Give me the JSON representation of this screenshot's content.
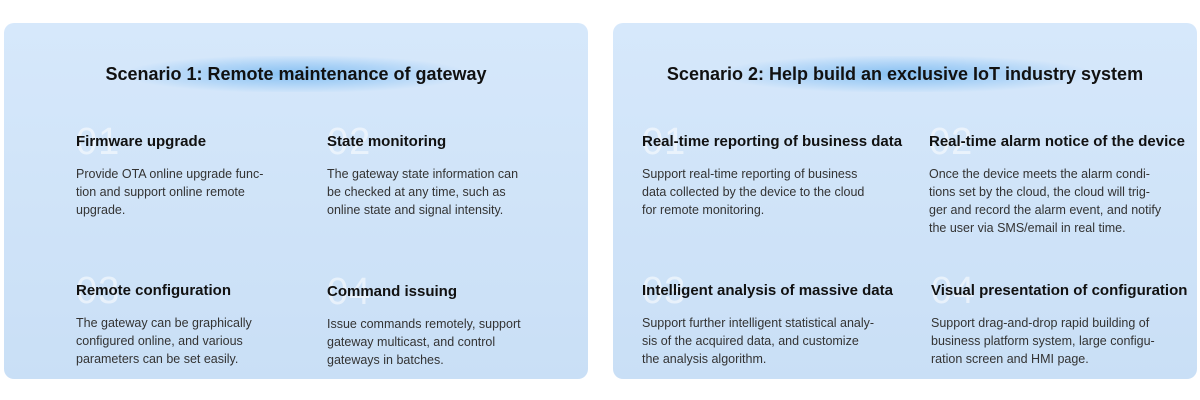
{
  "scenario1": {
    "title": "Scenario 1: Remote maintenance of gateway",
    "items": [
      {
        "num": "01",
        "title": "Firmware upgrade",
        "desc_lines": [
          "Provide OTA online upgrade func-",
          "tion and support online remote",
          "upgrade."
        ]
      },
      {
        "num": "02",
        "title": "State monitoring",
        "desc_lines": [
          "The gateway state information can",
          "be checked at any time, such as",
          "online state and signal intensity."
        ]
      },
      {
        "num": "03",
        "title": "Remote configuration",
        "desc_lines": [
          "The gateway can be graphically",
          "configured online, and various",
          "parameters can be set easily."
        ]
      },
      {
        "num": "04",
        "title": "Command issuing",
        "desc_lines": [
          "Issue commands remotely, support",
          "gateway multicast, and control",
          "gateways in batches."
        ]
      }
    ]
  },
  "scenario2": {
    "title": "Scenario 2: Help build an exclusive IoT industry system",
    "items": [
      {
        "num": "01",
        "title": "Real-time reporting of business data",
        "desc_lines": [
          "Support real-time reporting of business",
          "data collected by the device to the cloud",
          "for remote monitoring."
        ]
      },
      {
        "num": "02",
        "title": "Real-time alarm notice of the device",
        "desc_lines": [
          "Once the device meets the alarm condi-",
          "tions set by the cloud, the cloud will trig-",
          "ger and record the alarm event, and notify",
          "the user via SMS/email in real time."
        ]
      },
      {
        "num": "03",
        "title": "Intelligent analysis of massive data",
        "desc_lines": [
          "Support further intelligent statistical analy-",
          "sis of the acquired data, and customize",
          "the analysis algorithm."
        ]
      },
      {
        "num": "04",
        "title": "Visual presentation of configuration",
        "desc_lines": [
          "Support drag-and-drop rapid building of",
          "business platform system, large configu-",
          "ration screen and HMI page."
        ]
      }
    ]
  }
}
